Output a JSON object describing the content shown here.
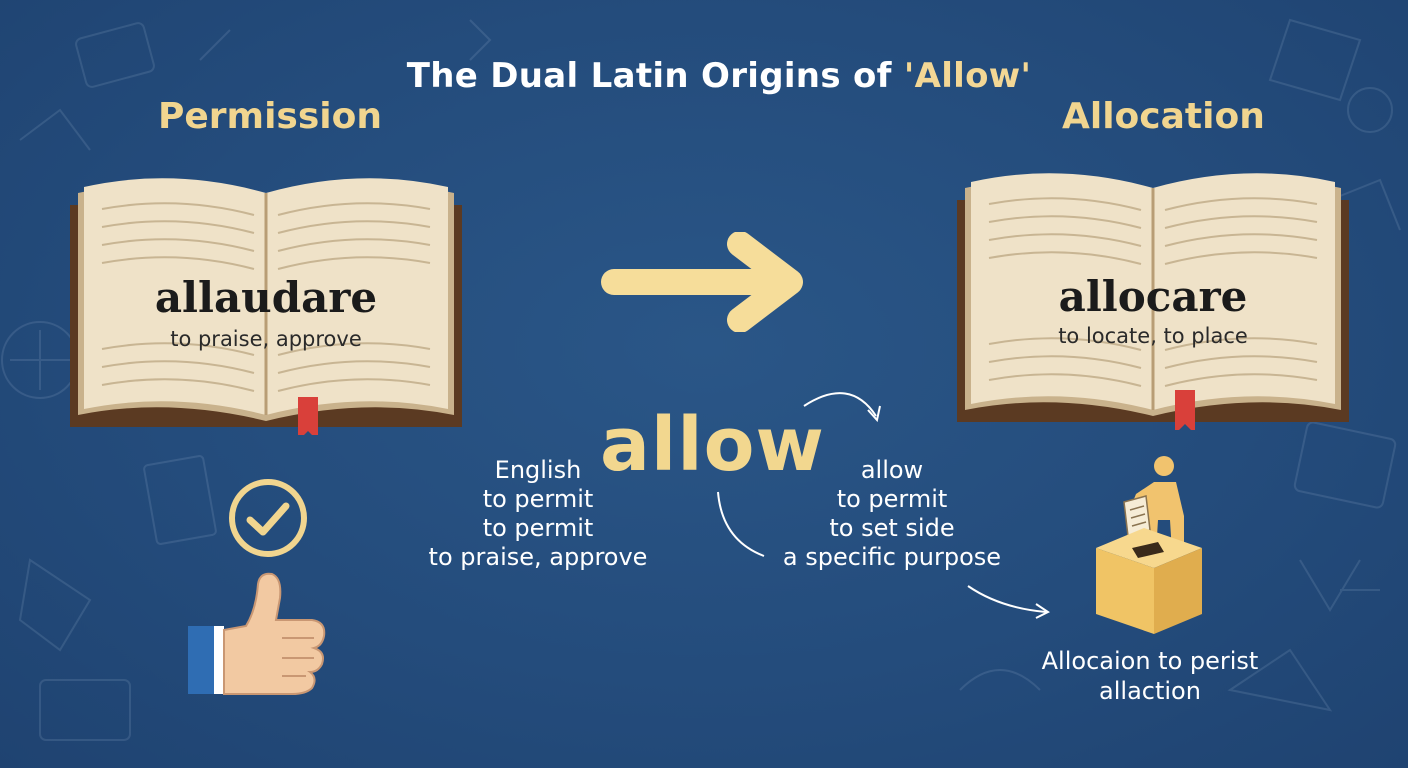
{
  "title": {
    "prefix": "The Dual Latin Origins of ",
    "accent": "'Allow'"
  },
  "left": {
    "heading": "Permission",
    "latin_word": "allaudare",
    "gloss": "to praise, approve"
  },
  "right": {
    "heading": "Allocation",
    "latin_word": "allocare",
    "gloss": "to locate, to place",
    "caption_lines": [
      "Allocaion to perist",
      "allaction"
    ]
  },
  "center": {
    "word": "allow",
    "left_lines": [
      "English",
      "to permit",
      "to permit",
      "to praise, approve"
    ],
    "right_lines": [
      "allow",
      "to permit",
      "to set side",
      "a specific purpose"
    ]
  },
  "colors": {
    "background": "#244c7c",
    "heading": "#f1d58f",
    "arrow": "#f6dd9a",
    "bookmark": "#d9403a",
    "page": "#efe2c8"
  },
  "icons": [
    "book-icon",
    "check-circle-icon",
    "thumbs-up-icon",
    "person-box-icon",
    "arrow-right-icon"
  ]
}
